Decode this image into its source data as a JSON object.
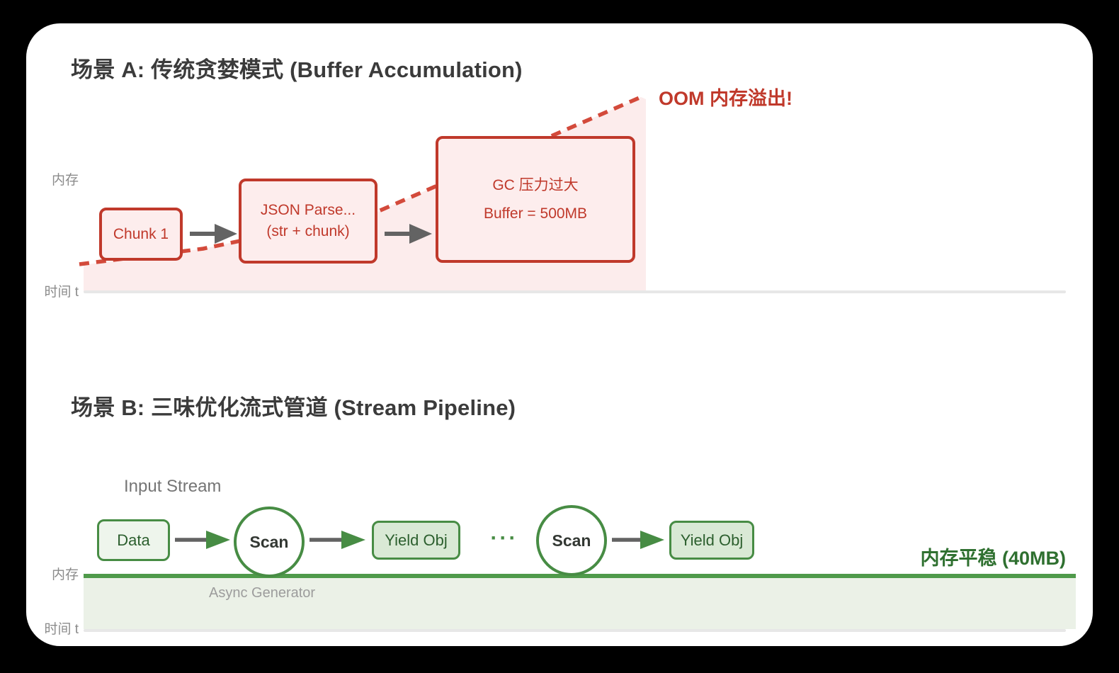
{
  "scenario_a": {
    "title": "场景 A: 传统贪婪模式 (Buffer Accumulation)",
    "oom_label": "OOM 内存溢出!",
    "y_axis_label": "内存",
    "x_axis_label": "时间 t",
    "nodes": {
      "chunk": "Chunk 1",
      "parse_line1": "JSON Parse...",
      "parse_line2": "(str + chunk)",
      "gc_line1": "GC 压力过大",
      "gc_line2": "Buffer = 500MB"
    }
  },
  "scenario_b": {
    "title": "场景 B: 三味优化流式管道 (Stream Pipeline)",
    "input_stream_label": "Input Stream",
    "nodes": {
      "data": "Data",
      "scan1": "Scan",
      "yield1": "Yield Obj",
      "dots": "···",
      "scan2": "Scan",
      "yield2": "Yield Obj"
    },
    "memory_stable_label": "内存平稳 (40MB)",
    "async_generator_label": "Async Generator",
    "y_axis_label": "内存",
    "x_axis_label": "时间 t"
  },
  "colors": {
    "red": "#c0392b",
    "red-dash": "#d34a3b",
    "pink-fill": "#fcecec",
    "box-pink": "#fdeded",
    "green": "#478c44",
    "green-dark-text": "#2c5f2e",
    "green-line": "#4f9a4a",
    "green-band": "#ebf1e7",
    "green-label": "#2f7030",
    "arrow-gray": "#636363",
    "label-gray": "#8b8b8b",
    "title-color": "#3b3b3b"
  }
}
